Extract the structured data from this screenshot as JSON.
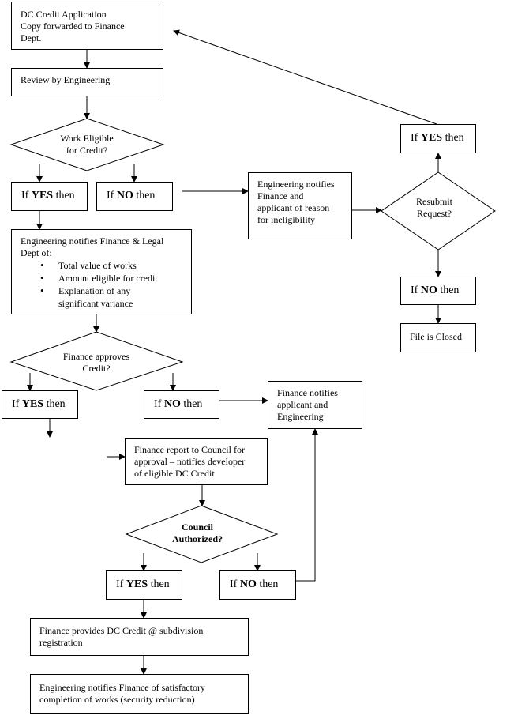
{
  "boxes": {
    "dc_application": [
      "DC Credit Application",
      "Copy forwarded to Finance",
      "Dept."
    ],
    "review_engineering": "Review by Engineering",
    "notify_finance_legal": [
      "Engineering notifies Finance & Legal",
      "Dept of:"
    ],
    "notify_finance_legal_items": [
      "Total value of works",
      "Amount eligible for credit",
      "Explanation of any",
      "significant variance"
    ],
    "notify_ineligibility": [
      "Engineering notifies",
      "Finance and",
      "applicant of reason",
      "for ineligibility"
    ],
    "file_closed": "File is Closed",
    "finance_notifies": [
      "Finance notifies",
      "applicant and",
      "Engineering"
    ],
    "finance_report": [
      "Finance report to Council for",
      "approval – notifies developer",
      "of eligible DC Credit"
    ],
    "finance_provides": [
      "Finance provides DC Credit @ subdivision",
      "registration"
    ],
    "engineering_completion": [
      "Engineering notifies Finance of satisfactory",
      "completion of works (security reduction)"
    ]
  },
  "decisions": {
    "work_eligible": [
      "Work Eligible",
      "for Credit?"
    ],
    "resubmit": [
      "Resubmit",
      "Request?"
    ],
    "finance_approves": [
      "Finance approves",
      "Credit?"
    ],
    "council_authorized": [
      "Council",
      "Authorized?"
    ]
  },
  "branch": {
    "if": "If",
    "yes": "YES",
    "no": "NO",
    "then": "then"
  }
}
